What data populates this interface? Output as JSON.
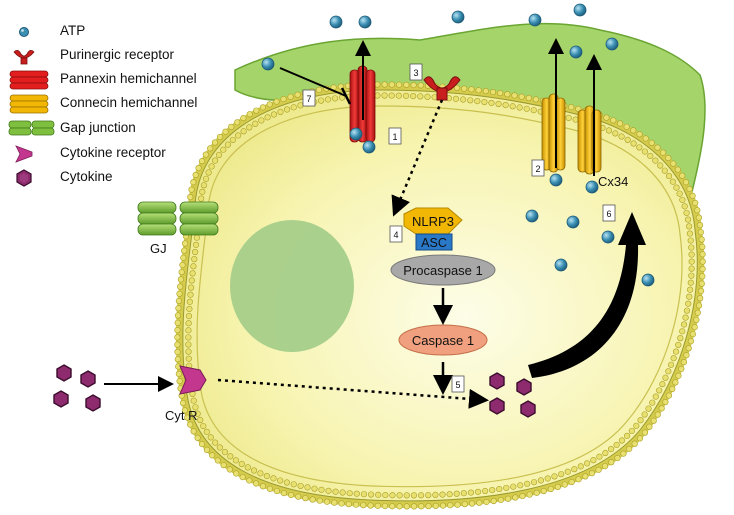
{
  "legend": {
    "items": [
      {
        "icon": "atp-icon",
        "label": "ATP"
      },
      {
        "icon": "purinergic-receptor-icon",
        "label": "Purinergic receptor"
      },
      {
        "icon": "pannexin-hemichannel-icon",
        "label": "Pannexin hemichannel"
      },
      {
        "icon": "connexin-hemichannel-icon",
        "label": "Connecin hemichannel"
      },
      {
        "icon": "gap-junction-icon",
        "label": "Gap junction"
      },
      {
        "icon": "cytokine-receptor-icon",
        "label": "Cytokine receptor"
      },
      {
        "icon": "cytokine-icon",
        "label": "Cytokine"
      }
    ]
  },
  "labels": {
    "gj": "GJ",
    "cyt_r": "Cyt R",
    "cx34": "Cx34",
    "nlrp3": "NLRP3",
    "asc": "ASC",
    "procaspase": "Procaspase 1",
    "caspase": "Caspase 1"
  },
  "steps": [
    "1",
    "2",
    "3",
    "4",
    "5",
    "6",
    "7"
  ],
  "colors": {
    "atp": "#3a8fb3",
    "pannexin": "#e31e1e",
    "connexin": "#f2b705",
    "gap_junction": "#7fbf3f",
    "cytokine": "#8e2a6e",
    "cytokine_receptor": "#c4378f",
    "cell_interior": "#f8f6b8",
    "tissue": "#9ccc63",
    "nucleus": "#a5cd8a",
    "nlrp3": "#f2b705",
    "asc": "#2a78c8",
    "procaspase": "#a8a8a8",
    "caspase": "#f0a07e"
  }
}
